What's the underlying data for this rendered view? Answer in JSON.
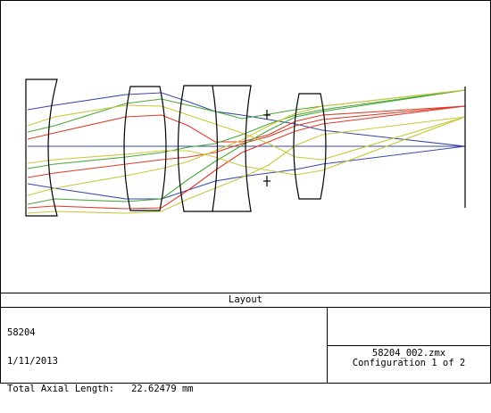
{
  "layout_title": "Layout",
  "design_id": "58204",
  "date": "1/11/2013",
  "axial_length_label": "Total Axial Length:",
  "axial_length_value": "22.62479 mm",
  "file_name": "58204_002.zmx",
  "configuration": "Configuration 1 of 2",
  "ray_colors": {
    "blue": "#3848a8",
    "green": "#4aa83a",
    "red": "#e03a28",
    "yellow": "#c8c83a"
  }
}
